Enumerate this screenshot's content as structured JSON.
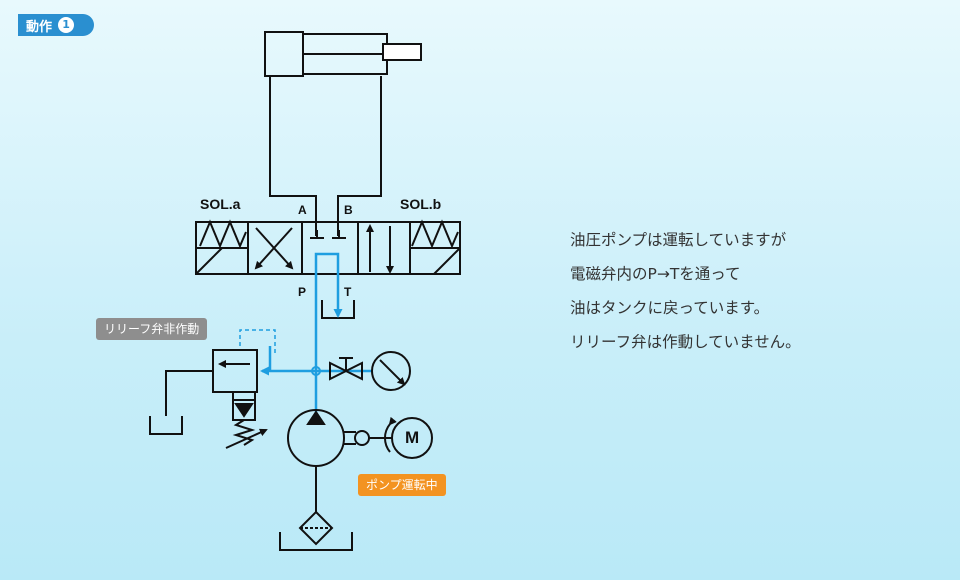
{
  "step": {
    "label": "動作",
    "number": "1"
  },
  "ports": {
    "a": "A",
    "b": "B",
    "p": "P",
    "t": "T"
  },
  "solenoids": {
    "left": "SOL.a",
    "right": "SOL.b"
  },
  "motor": "M",
  "tags": {
    "relief": "リリーフ弁非作動",
    "pump": "ポンプ運転中"
  },
  "description": [
    "油圧ポンプは運転していますが",
    "電磁弁内のP→Tを通って",
    "油はタンクに戻っています。",
    "リリーフ弁は作動していません。"
  ],
  "colors": {
    "flow": "#1e9ee0",
    "line": "#111111",
    "badge": "#2a8fd0",
    "pump_tag": "#f39321",
    "relief_tag": "#8e8e8e"
  }
}
